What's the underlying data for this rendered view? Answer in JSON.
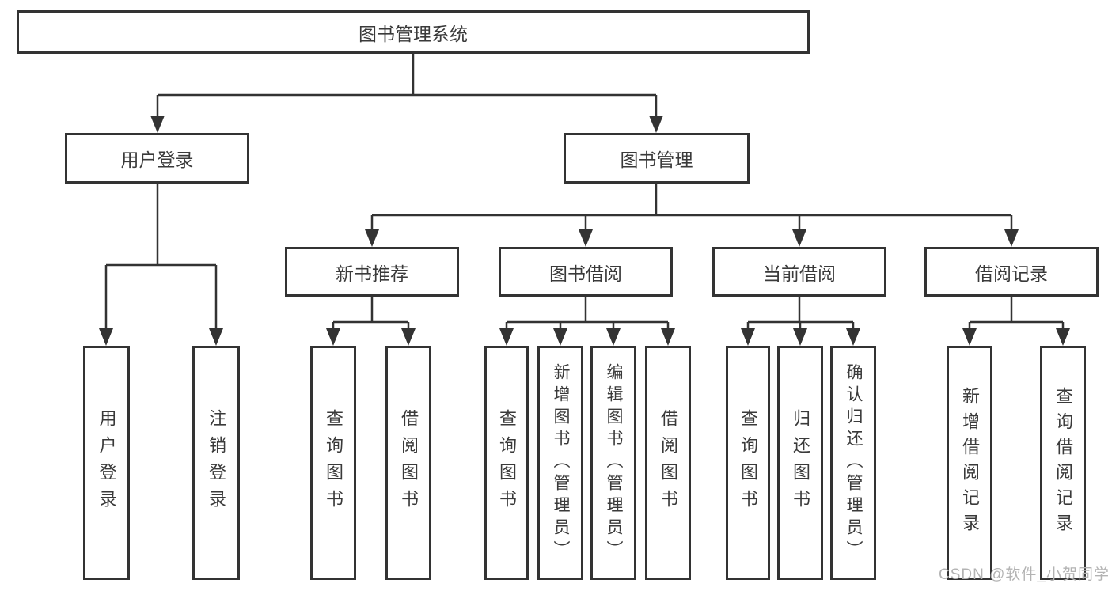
{
  "tree": {
    "label": "图书管理系统",
    "children": [
      {
        "label": "用户登录",
        "children": [
          {
            "label": "用户登录"
          },
          {
            "label": "注销登录"
          }
        ]
      },
      {
        "label": "图书管理",
        "children": [
          {
            "label": "新书推荐",
            "children": [
              {
                "label": "查询图书"
              },
              {
                "label": "借阅图书"
              }
            ]
          },
          {
            "label": "图书借阅",
            "children": [
              {
                "label": "查询图书"
              },
              {
                "label": "新增图书（管理员）"
              },
              {
                "label": "编辑图书（管理员）"
              },
              {
                "label": "借阅图书"
              }
            ]
          },
          {
            "label": "当前借阅",
            "children": [
              {
                "label": "查询图书"
              },
              {
                "label": "归还图书"
              },
              {
                "label": "确认归还（管理员）"
              }
            ]
          },
          {
            "label": "借阅记录",
            "children": [
              {
                "label": "新增借阅记录"
              },
              {
                "label": "查询借阅记录"
              }
            ]
          }
        ]
      }
    ]
  },
  "watermark": {
    "text": "CSDN @软件_小贺同学"
  },
  "colors": {
    "line": "#333333",
    "box_border": "#333333",
    "text": "#3a3a3a",
    "watermark": "#b3b3b3",
    "background": "#ffffff"
  }
}
